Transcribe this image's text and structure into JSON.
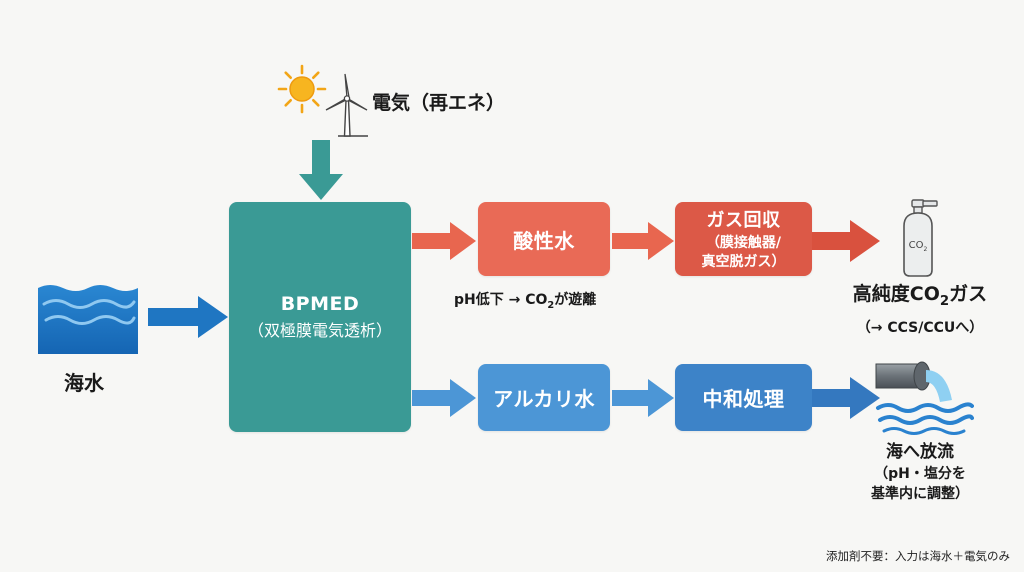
{
  "power": {
    "label": "電気（再エネ）",
    "icons": [
      "sun-icon",
      "wind-turbine-icon"
    ]
  },
  "input": {
    "label": "海水"
  },
  "bpmed": {
    "title": "BPMED",
    "subtitle": "（双極膜電気透析）"
  },
  "acid_path": {
    "box_label": "酸性水",
    "note_prefix": "pH低下 → CO",
    "note_sub": "2",
    "note_suffix": "が遊離",
    "process": {
      "title": "ガス回収",
      "sub1": "（膜接触器/",
      "sub2": "真空脱ガス）"
    },
    "output": {
      "title_prefix": "高純度CO",
      "title_sub": "2",
      "title_suffix": "ガス",
      "sub": "（→ CCS/CCUへ）",
      "cylinder_prefix": "CO",
      "cylinder_sub": "2"
    }
  },
  "alkaline_path": {
    "box_label": "アルカリ水",
    "process": {
      "title": "中和処理"
    },
    "output": {
      "title": "海へ放流",
      "sub1": "（pH・塩分を",
      "sub2": "基準内に調整）"
    }
  },
  "footnote": "添加剤不要：入力は海水＋電気のみ",
  "colors": {
    "teal": "#3a9a95",
    "red": "#e96a56",
    "red_dark": "#dc5947",
    "blue": "#4c96d6",
    "blue_dark": "#3d83c8",
    "sea": "#1f76c2"
  }
}
